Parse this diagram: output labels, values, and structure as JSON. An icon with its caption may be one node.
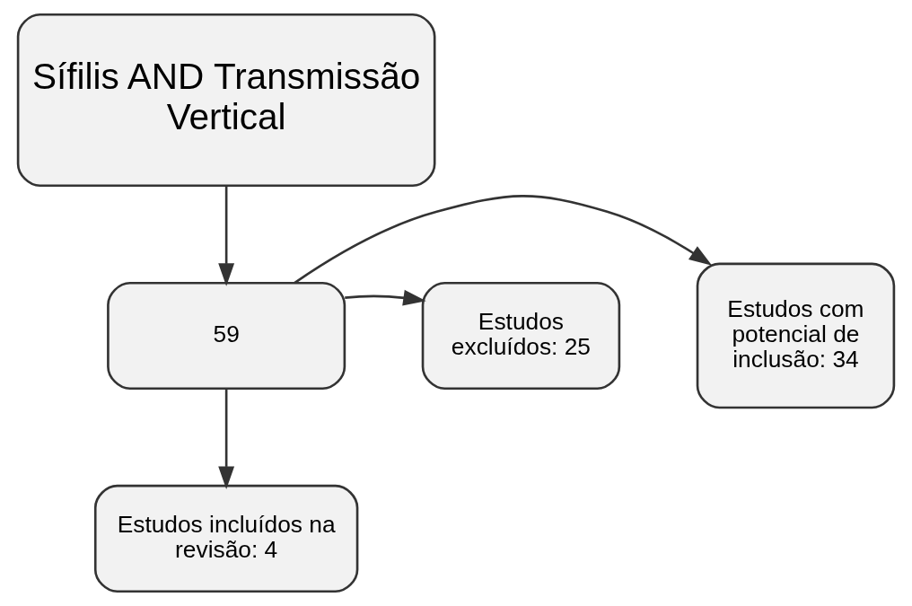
{
  "diagram": {
    "nodes": [
      {
        "text": [
          "Sífilis AND Transmissão Vertical"
        ]
      },
      {
        "text": [
          "Estudos com potencial de inclusão: 34"
        ]
      },
      {
        "text": [
          "59"
        ]
      },
      {
        "text": [
          "Estudos excluídos: 25"
        ]
      },
      {
        "text": [
          "Estudos incluídos na revisão: 4"
        ]
      }
    ],
    "edges": [
      {
        "from": 0,
        "to": 2,
        "arrow": "to"
      },
      {
        "from": 2,
        "to": 1,
        "arrow": "to"
      },
      {
        "from": 2,
        "to": 3,
        "arrow": "to"
      },
      {
        "from": 2,
        "to": 4,
        "arrow": "to"
      }
    ]
  }
}
